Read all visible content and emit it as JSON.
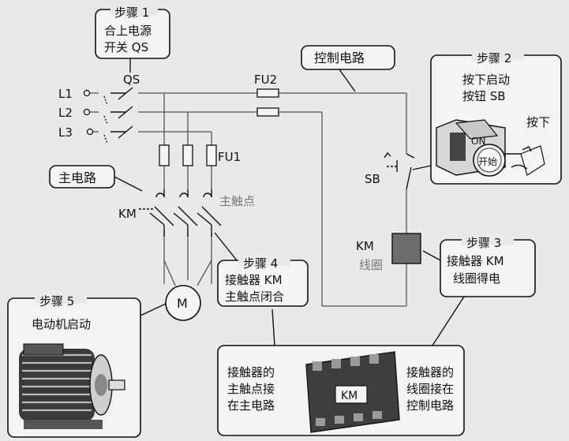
{
  "step1": {
    "title": "步骤 1",
    "line1": "合上电源",
    "line2": "开关 QS"
  },
  "step2": {
    "title": "步骤 2",
    "line1": "按下启动",
    "line2": "按钮 SB",
    "press": "按下",
    "btn_on": "ON",
    "btn_start": "开始"
  },
  "step3": {
    "title": "步骤 3",
    "line1": "接触器 KM",
    "line2": "线圈得电"
  },
  "step4": {
    "title": "步骤 4",
    "line1": "接触器 KM",
    "line2": "主触点闭合"
  },
  "step5": {
    "title": "步骤 5",
    "line1": "电动机启动"
  },
  "control_circuit": "控制电路",
  "main_circuit": "主电路",
  "labels": {
    "L1": "L1",
    "L2": "L2",
    "L3": "L3",
    "QS": "QS",
    "FU1": "FU1",
    "FU2": "FU2",
    "KM": "KM",
    "main_contact": "主触点",
    "SB": "SB",
    "coil_KM": "KM",
    "coil": "线圈",
    "motor": "M"
  },
  "bottom": {
    "left1": "接触器的",
    "left2": "主触点接",
    "left3": "在主电路",
    "center": "KM",
    "right1": "接触器的",
    "right2": "线圈接在",
    "right3": "控制电路"
  }
}
